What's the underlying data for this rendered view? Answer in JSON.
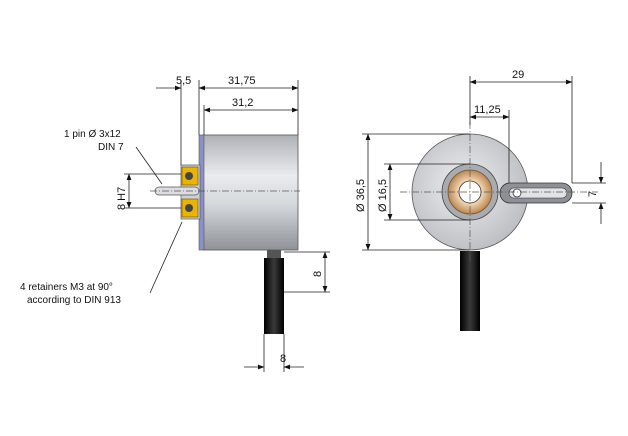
{
  "side_view": {
    "dim_5_5": "5,5",
    "dim_31_75": "31,75",
    "dim_31_2": "31,2",
    "dim_8H7": "8 H7",
    "dim_8_cable": "8",
    "dim_8_bottom": "8",
    "note_pin_line1": "1 pin Ø 3x12",
    "note_pin_line2": "DIN 7",
    "note_retainers_line1": "4 retainers M3 at 90°",
    "note_retainers_line2": "according to DIN 913"
  },
  "front_view": {
    "dim_29": "29",
    "dim_11_25": "11,25",
    "dim_dia_36_5": "Ø 36,5",
    "dim_dia_16_5": "Ø 16,5",
    "dim_7": "7"
  },
  "colors": {
    "body_gray": "#c9ccd1",
    "bearing_bronze": "#c99a6a",
    "clamp_yellow": "#e8b400",
    "cable_black": "#1a1a1a",
    "face_blue": "#8a90c8"
  }
}
